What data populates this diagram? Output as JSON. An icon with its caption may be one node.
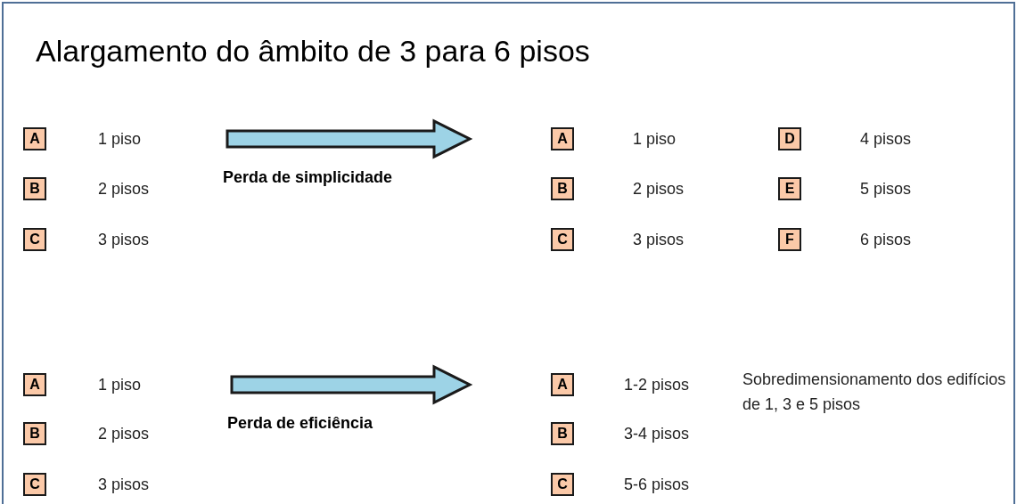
{
  "diagram": {
    "title": "Alargamento do âmbito de 3 para 6 pisos",
    "nodes": [
      {
        "text": [
          "A"
        ],
        "beside": [
          "1 piso"
        ]
      },
      {
        "text": [
          "B"
        ],
        "beside": [
          "2 pisos"
        ]
      },
      {
        "text": [
          "C"
        ],
        "beside": [
          "3 pisos"
        ]
      },
      {
        "text": [
          "A"
        ],
        "beside": [
          "1 piso"
        ]
      },
      {
        "text": [
          "B"
        ],
        "beside": [
          "2 pisos"
        ]
      },
      {
        "text": [
          "C"
        ],
        "beside": [
          "3 pisos"
        ]
      },
      {
        "text": [
          "D"
        ],
        "beside": [
          "4 pisos"
        ]
      },
      {
        "text": [
          "E"
        ],
        "beside": [
          "5 pisos"
        ]
      },
      {
        "text": [
          "F"
        ],
        "beside": [
          "6 pisos"
        ]
      },
      {
        "text": [
          "A"
        ],
        "beside": [
          "1 piso"
        ]
      },
      {
        "text": [
          "B"
        ],
        "beside": [
          "2 pisos"
        ]
      },
      {
        "text": [
          "C"
        ],
        "beside": [
          "3 pisos"
        ]
      },
      {
        "text": [
          "A"
        ],
        "beside": [
          "1-2 pisos"
        ]
      },
      {
        "text": [
          "B"
        ],
        "beside": [
          "3-4 pisos"
        ]
      },
      {
        "text": [
          "C"
        ],
        "beside": [
          "5-6 pisos"
        ]
      }
    ],
    "edges": [
      {
        "from": 0,
        "to": 3,
        "arrow": "to",
        "label": "Perda de simplicidade",
        "style": "thick"
      },
      {
        "from": 9,
        "to": 12,
        "arrow": "to",
        "label": "Perda de eficiência",
        "style": "thick"
      }
    ],
    "labels": [
      "Sobredimensionamento dos edifícios de 1, 3 e 5 pisos"
    ]
  }
}
